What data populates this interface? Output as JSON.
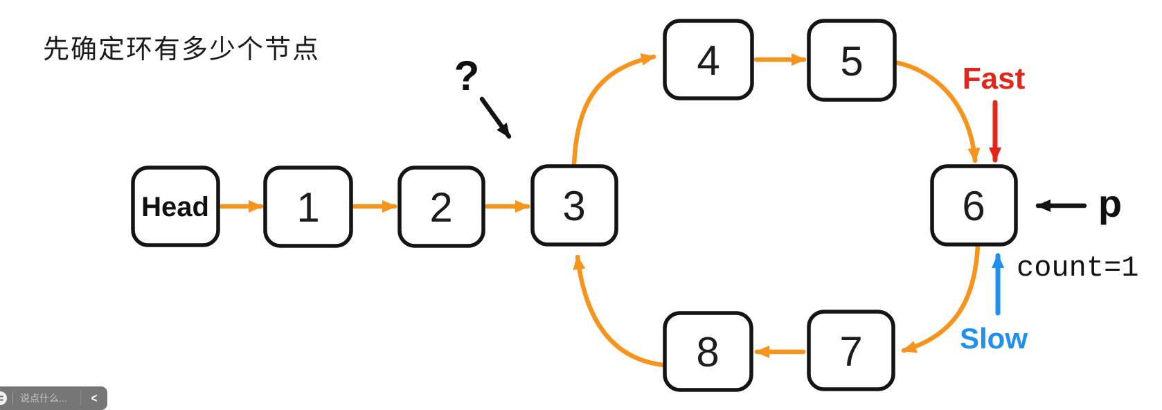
{
  "title": "先确定环有多少个节点",
  "diagram": {
    "nodes": {
      "head": {
        "label": "Head"
      },
      "n1": {
        "label": "1"
      },
      "n2": {
        "label": "2"
      },
      "n3": {
        "label": "3"
      },
      "n4": {
        "label": "4"
      },
      "n5": {
        "label": "5"
      },
      "n6": {
        "label": "6"
      },
      "n7": {
        "label": "7"
      },
      "n8": {
        "label": "8"
      }
    },
    "annotations": {
      "question_mark": "?",
      "fast": "Fast",
      "slow": "Slow",
      "pointer_p": "p",
      "count": "count=1"
    }
  },
  "colors": {
    "arrow_orange": "#F7941E",
    "head_fill": "#6BC9F3",
    "fast_red": "#E2261A",
    "slow_blue": "#2090EE",
    "ink": "#141414"
  },
  "chat_bar": {
    "placeholder": "说点什么...",
    "collapse_icon": "<"
  }
}
